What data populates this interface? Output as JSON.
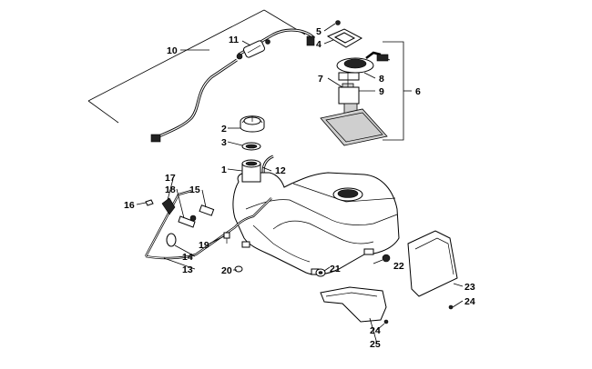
{
  "callouts": {
    "c1": "1",
    "c2": "2",
    "c3": "3",
    "c4": "4",
    "c5": "5",
    "c6": "6",
    "c7": "7",
    "c8": "8",
    "c9": "9",
    "c10": "10",
    "c11": "11",
    "c12": "12",
    "c13": "13",
    "c14": "14",
    "c15": "15",
    "c16": "16",
    "c17": "17",
    "c18": "18",
    "c19": "19",
    "c20": "20",
    "c21": "21",
    "c22": "22",
    "c23": "23",
    "c24a": "24",
    "c24b": "24",
    "c25": "25"
  }
}
